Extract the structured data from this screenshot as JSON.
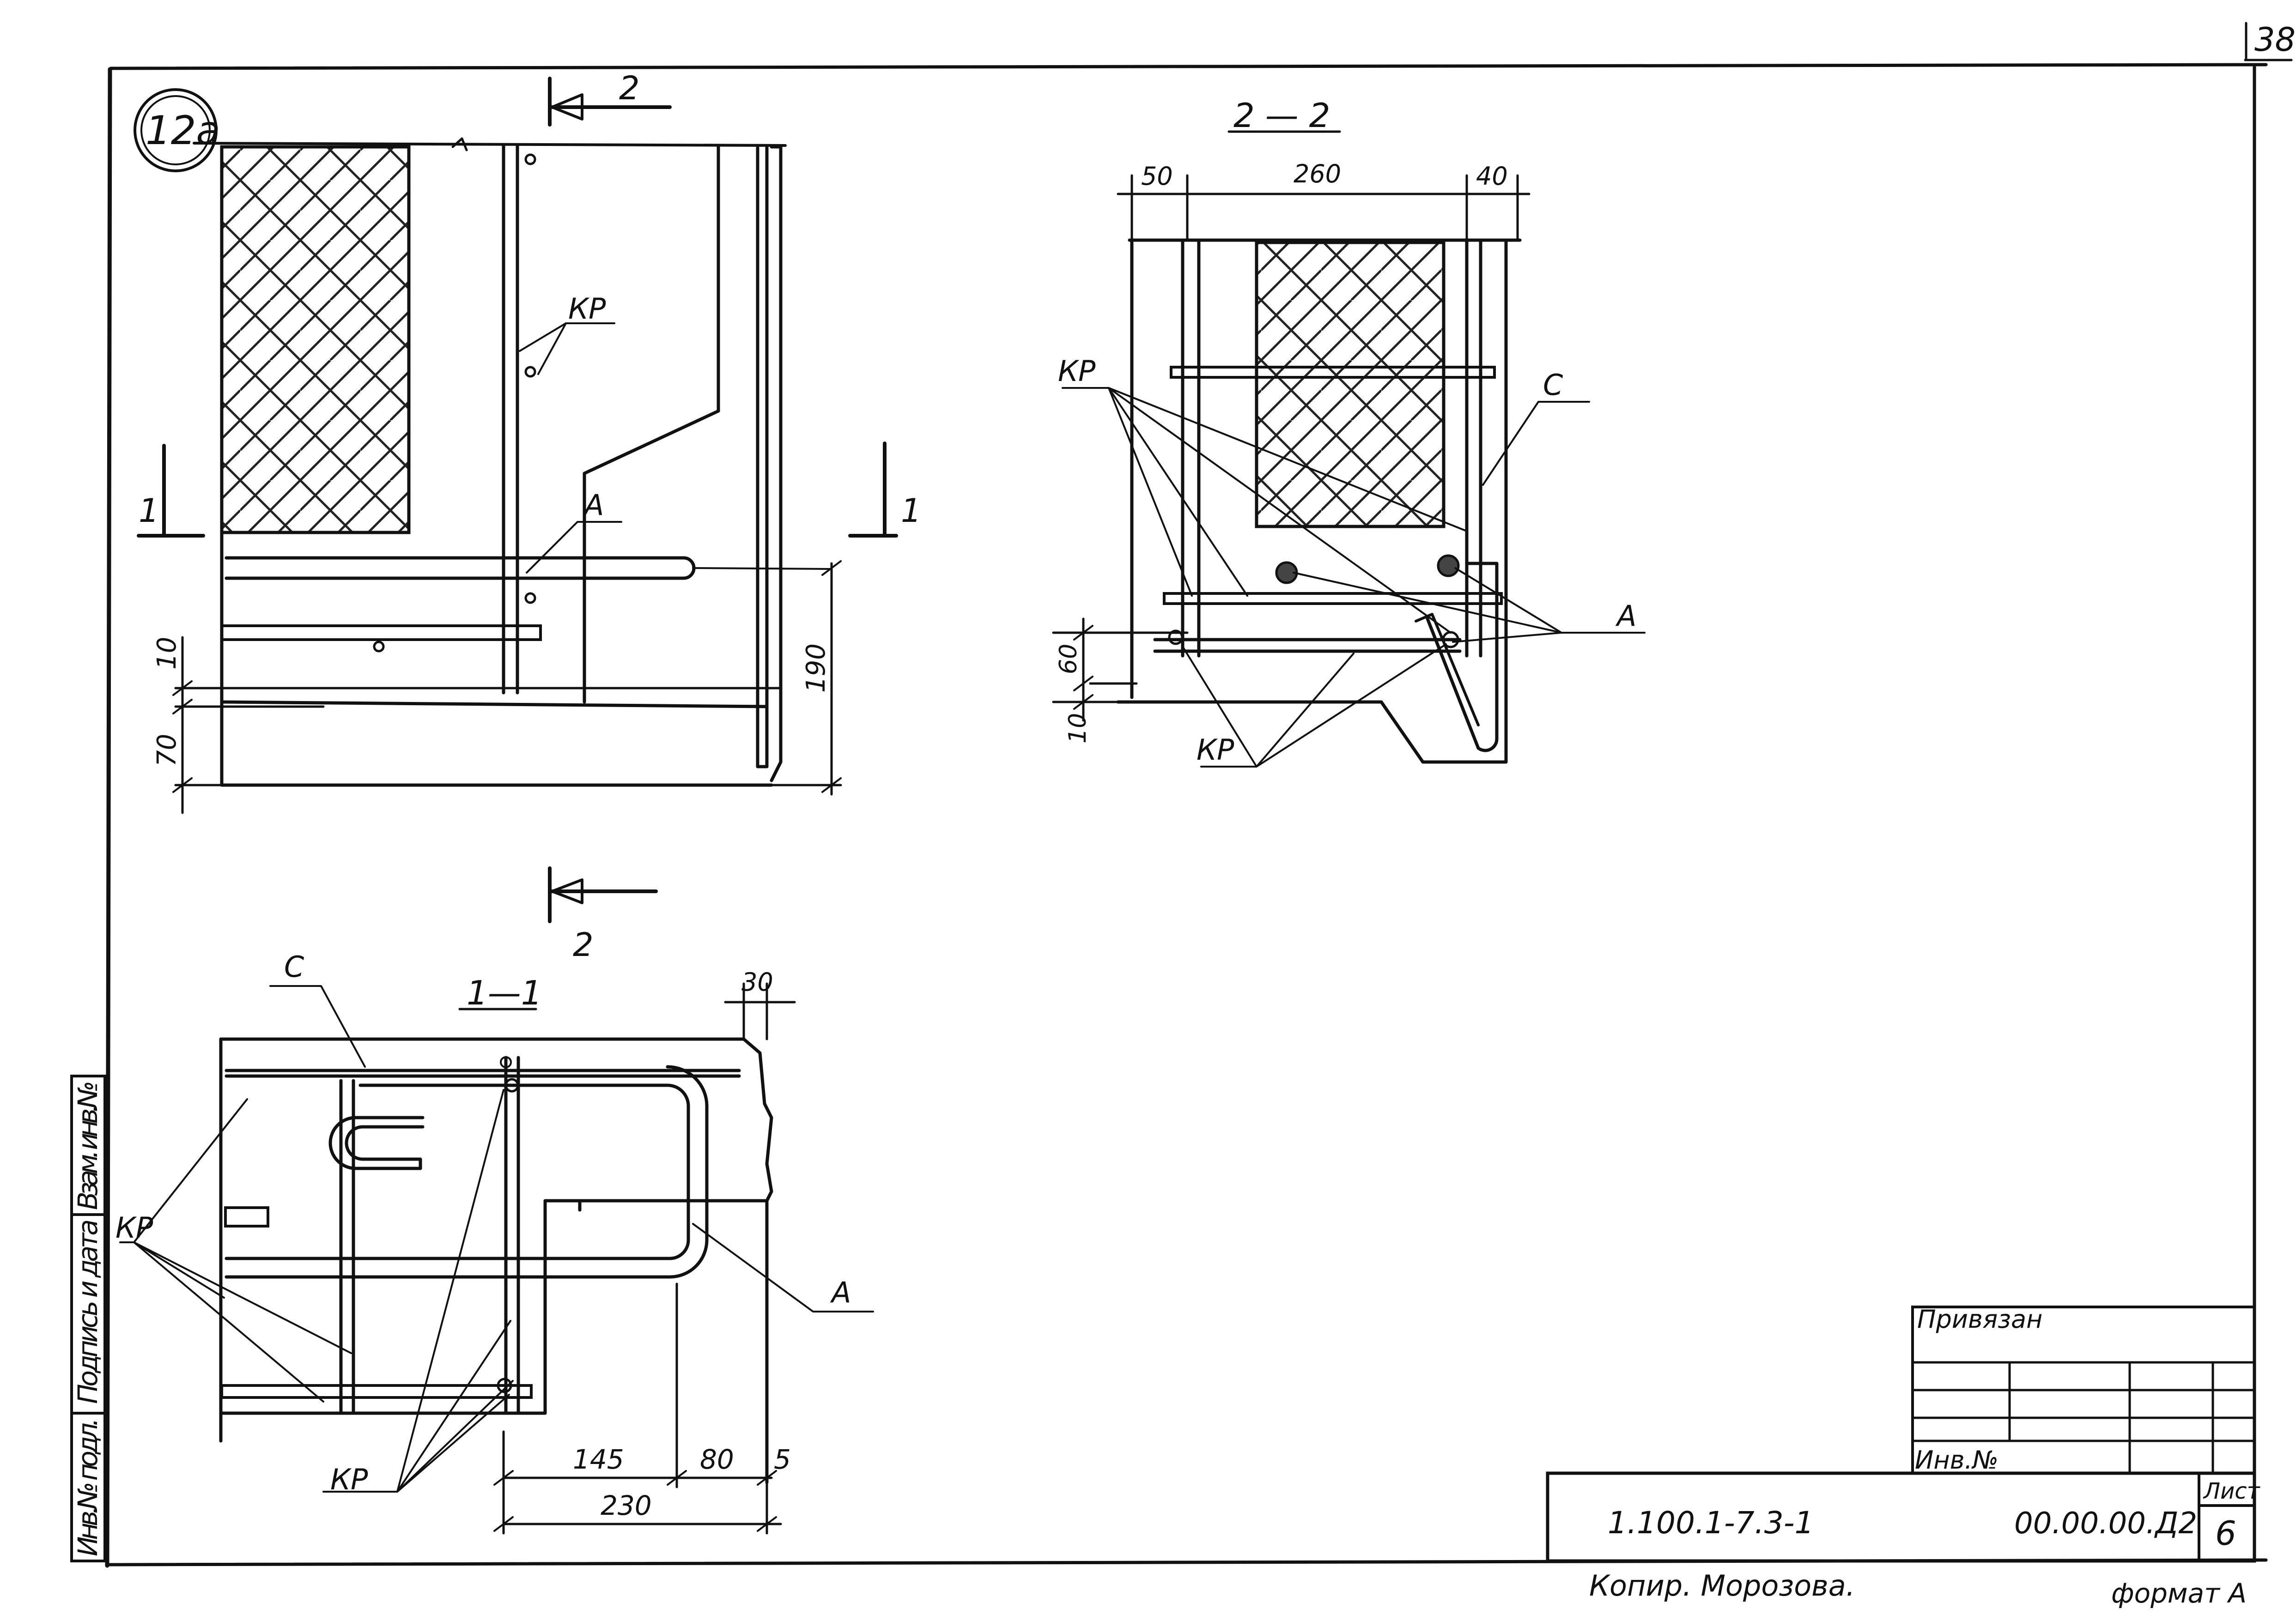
{
  "sheet": {
    "page_number": "38",
    "node_label": "12а",
    "format_label": "формат А",
    "copyist": "Копир. Морозова."
  },
  "section_marks": {
    "cut_2_top": "2",
    "cut_2_bottom": "2",
    "cut_1_left": "1",
    "cut_1_right": "1"
  },
  "view_main": {
    "labels": {
      "kr": "КР",
      "a": "А"
    },
    "dims": {
      "d10": "10",
      "d70": "70",
      "d190": "190"
    }
  },
  "view_2_2": {
    "title": "2 — 2",
    "labels": {
      "kr_top": "КР",
      "kr_bottom": "КР",
      "c": "С",
      "a": "А"
    },
    "dims": {
      "d50": "50",
      "d260": "260",
      "d40": "40",
      "d60": "60",
      "d10": "10"
    }
  },
  "view_1_1": {
    "title": "1—1",
    "labels": {
      "c": "С",
      "kr_left": "КР",
      "kr_bottom": "КР",
      "a": "А"
    },
    "dims": {
      "d30": "30",
      "d145": "145",
      "d80": "80",
      "d5": "5",
      "d230": "230"
    }
  },
  "side_stamp": {
    "cells": [
      "Инв.№ подл.",
      "Подпись и дата",
      "Взам. инв.№"
    ]
  },
  "title_block": {
    "privyazan": "Привязан",
    "inv_no": "Инв.№",
    "series": "1.100.1-7.3-1",
    "doc_code": "00.00.00.Д2",
    "sheet_label": "Лист",
    "sheet_value": "6"
  }
}
